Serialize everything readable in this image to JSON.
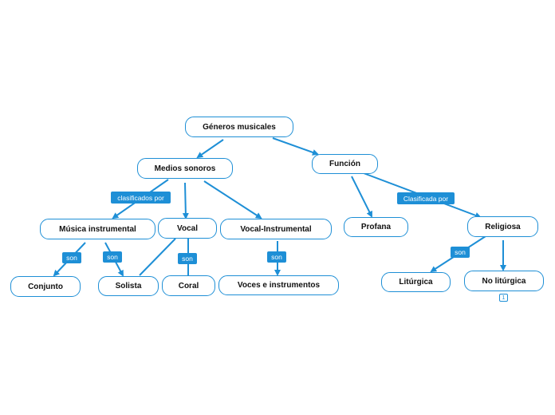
{
  "nodes": {
    "root": "Géneros musicales",
    "medios": "Medios sonoros",
    "funcion": "Función",
    "musica_instrumental": "Música instrumental",
    "vocal": "Vocal",
    "vocal_instrumental": "Vocal-Instrumental",
    "profana": "Profana",
    "religiosa": "Religiosa",
    "conjunto": "Conjunto",
    "solista": "Solista",
    "coral": "Coral",
    "voces_instrumentos": "Voces e instrumentos",
    "liturgica": "Litúrgica",
    "no_liturgica": "No litúrgica"
  },
  "labels": {
    "clasificados_por": "clasificados por",
    "clasificada_por": "Clasificada por",
    "son": "son"
  },
  "badge": "1",
  "colors": {
    "accent": "#1e8fd6",
    "node_border": "#1e8fd6",
    "text": "#111111"
  }
}
